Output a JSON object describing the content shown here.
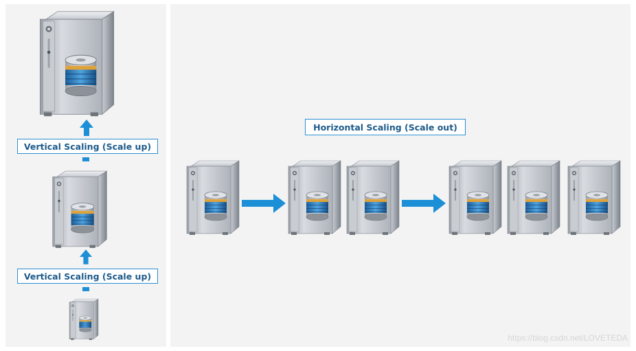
{
  "labels": {
    "vertical_top": "Vertical Scaling (Scale up)",
    "vertical_bottom": "Vertical Scaling (Scale up)",
    "horizontal": "Horizontal Scaling (Scale out)"
  },
  "watermark": "https://blog.csdn.net/LOVETEDA",
  "icons": {
    "server": "server-tower-icon",
    "database": "database-stack-icon",
    "arrow_up": "arrow-up-icon",
    "arrow_right": "arrow-right-icon"
  },
  "colors": {
    "accent_blue": "#1c8fd6",
    "label_text": "#1c5a8a",
    "label_border": "#2a8fd2",
    "panel_bg": "#f3f3f3"
  }
}
